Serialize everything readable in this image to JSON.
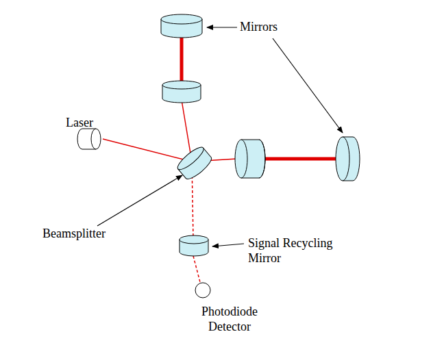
{
  "diagram": {
    "labels": [
      "Mirrors",
      "Laser",
      "Beamsplitter",
      "Signal Recycling Mirror",
      "Photodiode Detector"
    ]
  }
}
